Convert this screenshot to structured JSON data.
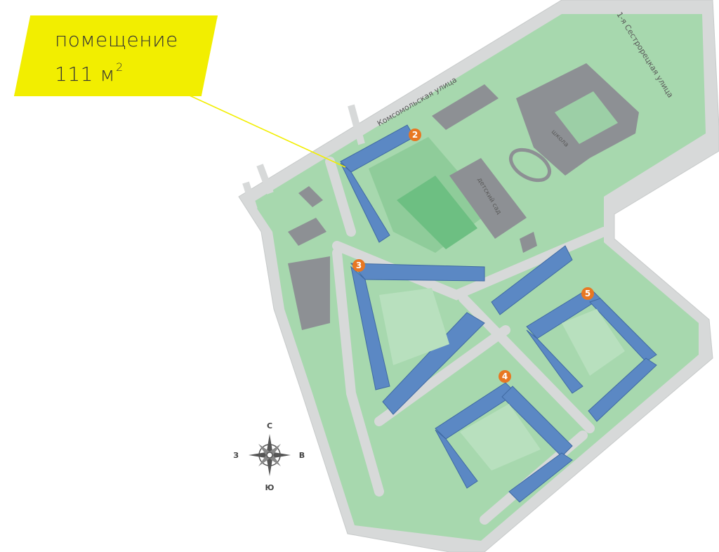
{
  "callout": {
    "line1": "помещение",
    "line2_value": "111 м",
    "line2_sup": "2"
  },
  "streets": {
    "komsomolskaya": "Комсомольская улица",
    "sestroretskaya": "1-я Сестрорецкая улица"
  },
  "buildings": {
    "kindergarten": "детский сад",
    "school": "школа"
  },
  "markers": [
    "2",
    "3",
    "4",
    "5"
  ],
  "compass": {
    "north": "С",
    "south": "Ю",
    "west": "З",
    "east": "В"
  },
  "colors": {
    "callout": "#f2ee00",
    "territory": "#9fd4a8",
    "road": "#d7d9d9",
    "building_blue": "#5b88c4",
    "building_gray": "#8d9094",
    "marker": "#e87722"
  }
}
